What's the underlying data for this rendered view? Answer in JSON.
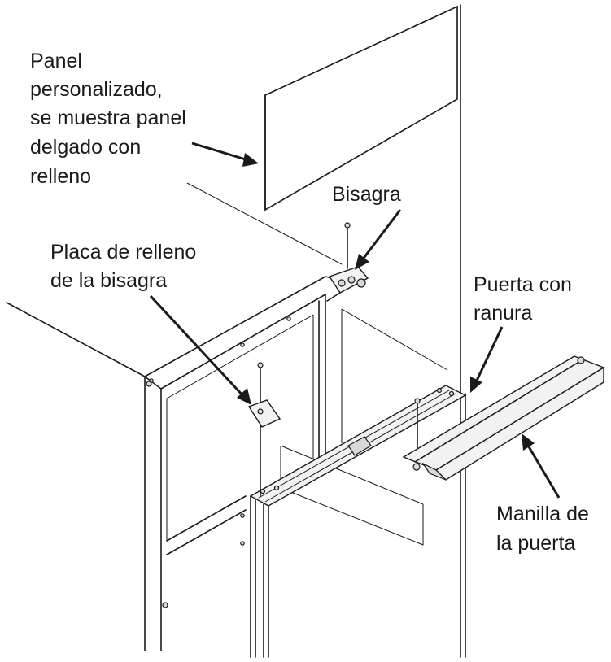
{
  "labels": {
    "custom_panel": [
      "Panel",
      "personalizado,",
      "se muestra panel",
      "delgado con",
      "relleno"
    ],
    "hinge": [
      "Bisagra"
    ],
    "hinge_shim": [
      "Placa de relleno",
      "de la bisagra"
    ],
    "slotted_door": [
      "Puerta con",
      "ranura"
    ],
    "door_handle": [
      "Manilla de",
      "la puerta"
    ]
  },
  "colors": {
    "line": "#1a1a1a",
    "background": "#ffffff"
  }
}
